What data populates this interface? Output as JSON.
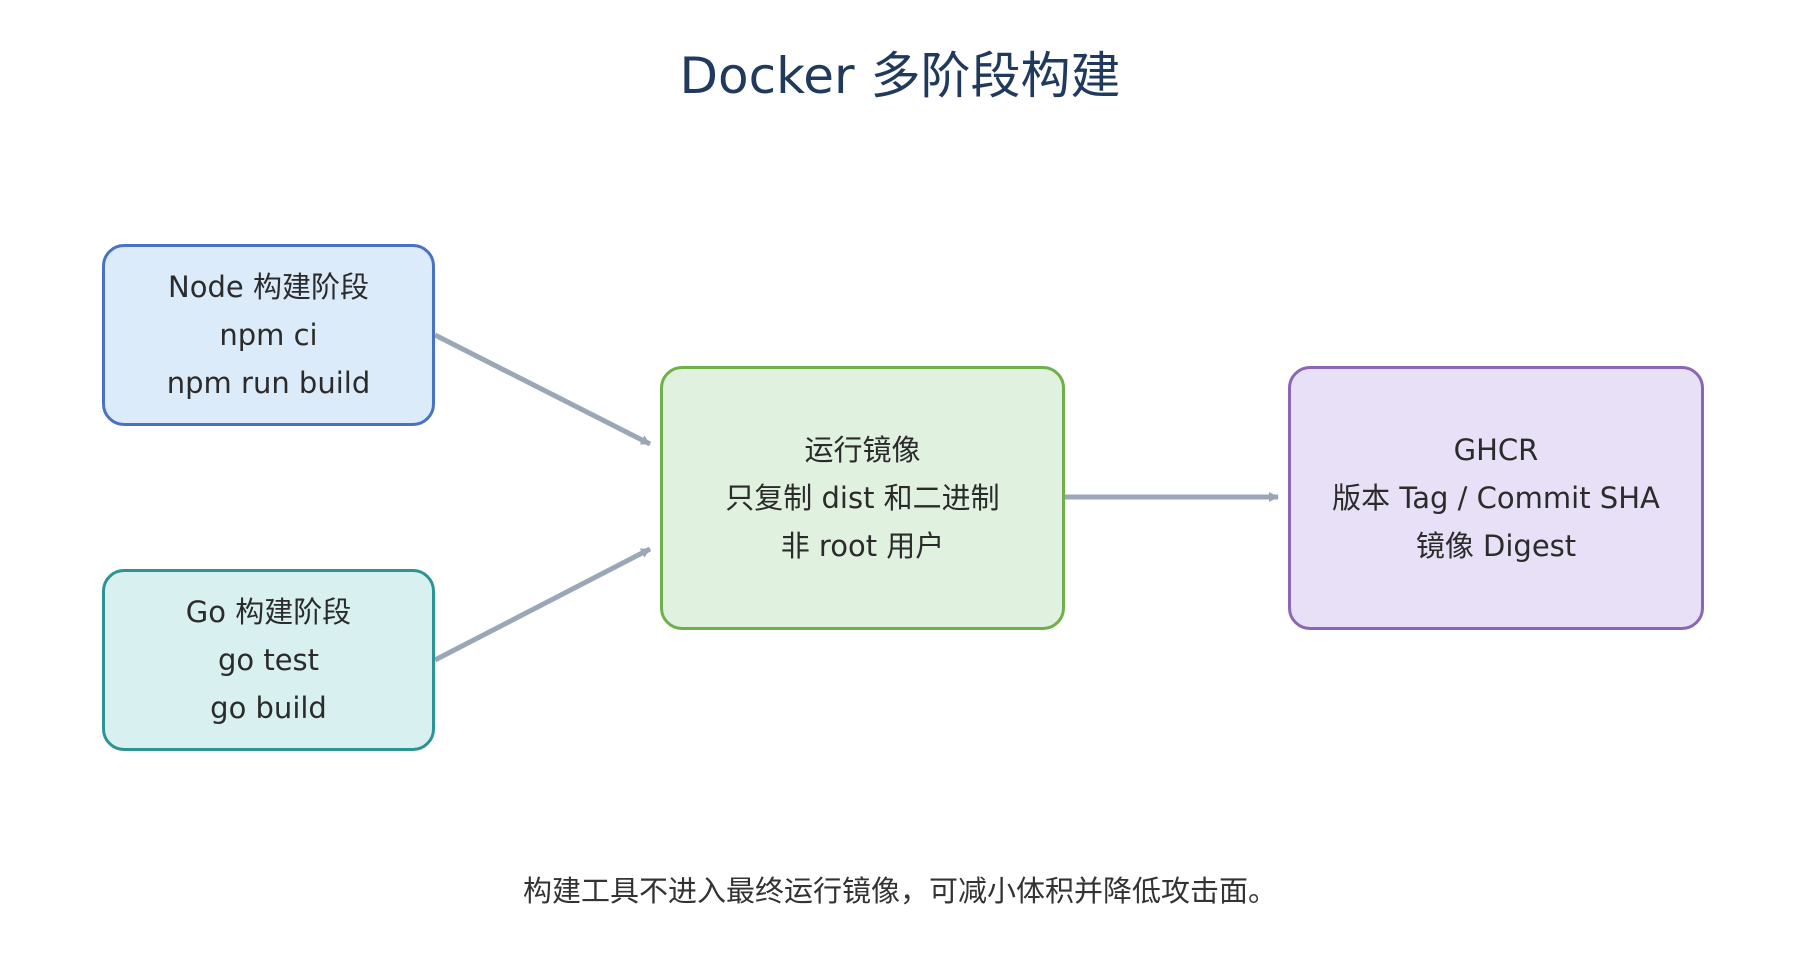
{
  "title": "Docker 多阶段构建",
  "colors": {
    "title": "#1f3a5c",
    "arrow": "#9aa7b6",
    "node_stage_fill": "#dcebfa",
    "node_stage_border": "#4a72c4",
    "go_stage_fill": "#d8f0ef",
    "go_stage_border": "#2e9393",
    "runtime_fill": "#e0f1df",
    "runtime_border": "#6fb04a",
    "registry_fill": "#e7e0f6",
    "registry_border": "#8a67b5"
  },
  "nodes": {
    "node_stage": {
      "lines": [
        "Node 构建阶段",
        "npm ci",
        "npm run build"
      ]
    },
    "go_stage": {
      "lines": [
        "Go 构建阶段",
        "go test",
        "go build"
      ]
    },
    "runtime": {
      "lines": [
        "运行镜像",
        "只复制 dist 和二进制",
        "非 root 用户"
      ]
    },
    "registry": {
      "lines": [
        "GHCR",
        "版本 Tag / Commit SHA",
        "镜像 Digest"
      ]
    }
  },
  "edges": [
    {
      "from": "node_stage",
      "to": "runtime"
    },
    {
      "from": "go_stage",
      "to": "runtime"
    },
    {
      "from": "runtime",
      "to": "registry"
    }
  ],
  "caption": "构建工具不进入最终运行镜像，可减小体积并降低攻击面。"
}
